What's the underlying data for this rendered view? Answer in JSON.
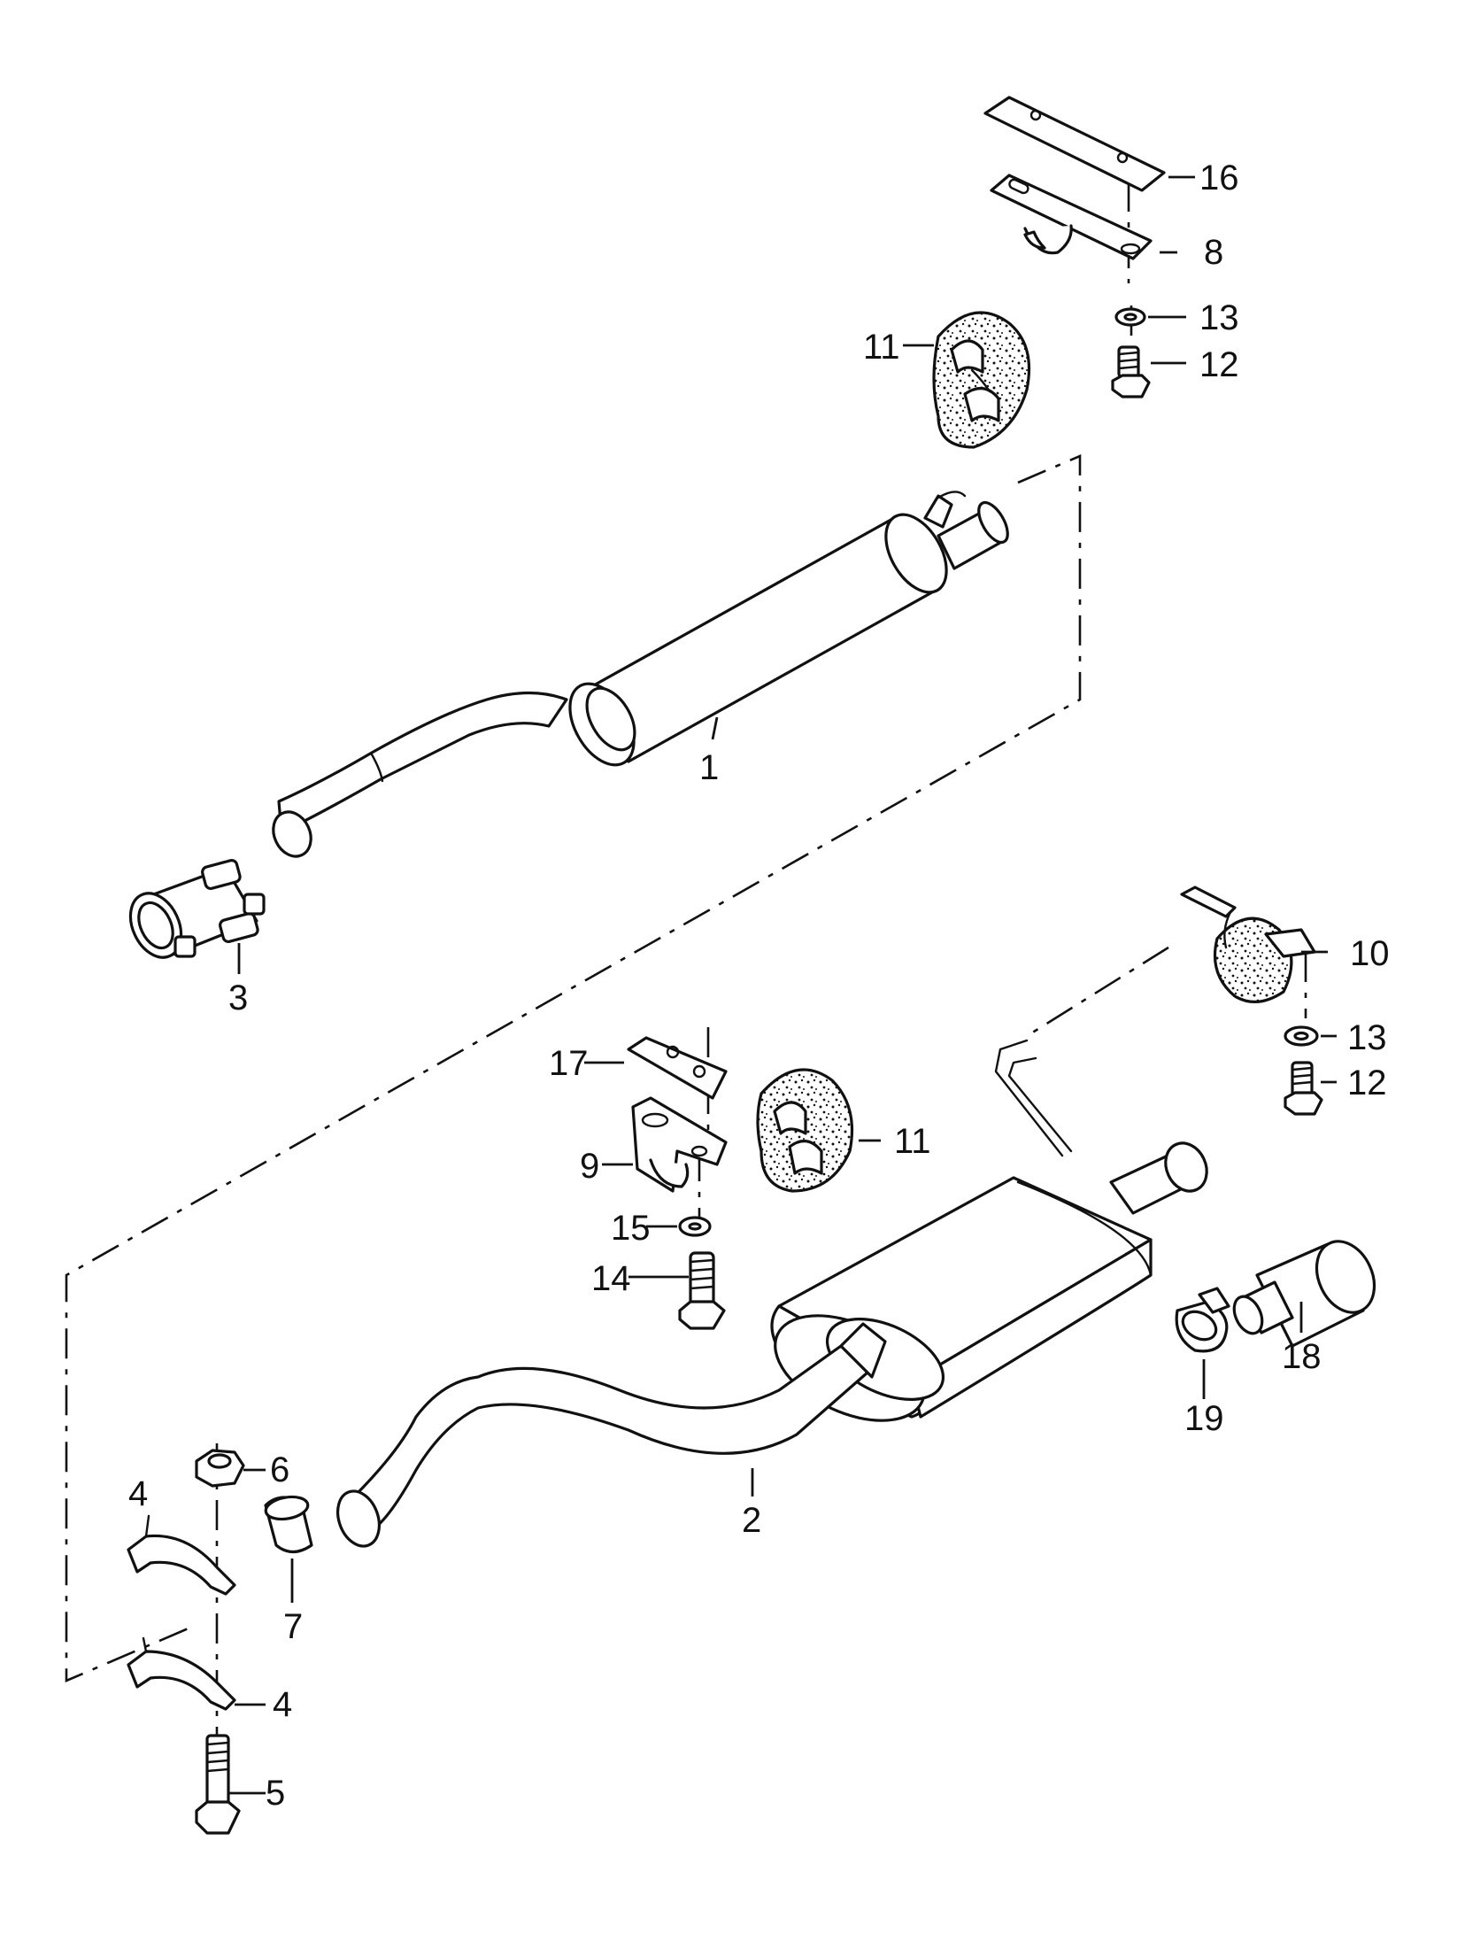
{
  "labels": {
    "p1": "1",
    "p2": "2",
    "p3": "3",
    "p4a": "4",
    "p4b": "4",
    "p5": "5",
    "p6": "6",
    "p7": "7",
    "p8": "8",
    "p9": "9",
    "p10": "10",
    "p11a": "11",
    "p11b": "11",
    "p12a": "12",
    "p12b": "12",
    "p13a": "13",
    "p13b": "13",
    "p14": "14",
    "p15": "15",
    "p16": "16",
    "p17": "17",
    "p18": "18",
    "p19": "19"
  }
}
